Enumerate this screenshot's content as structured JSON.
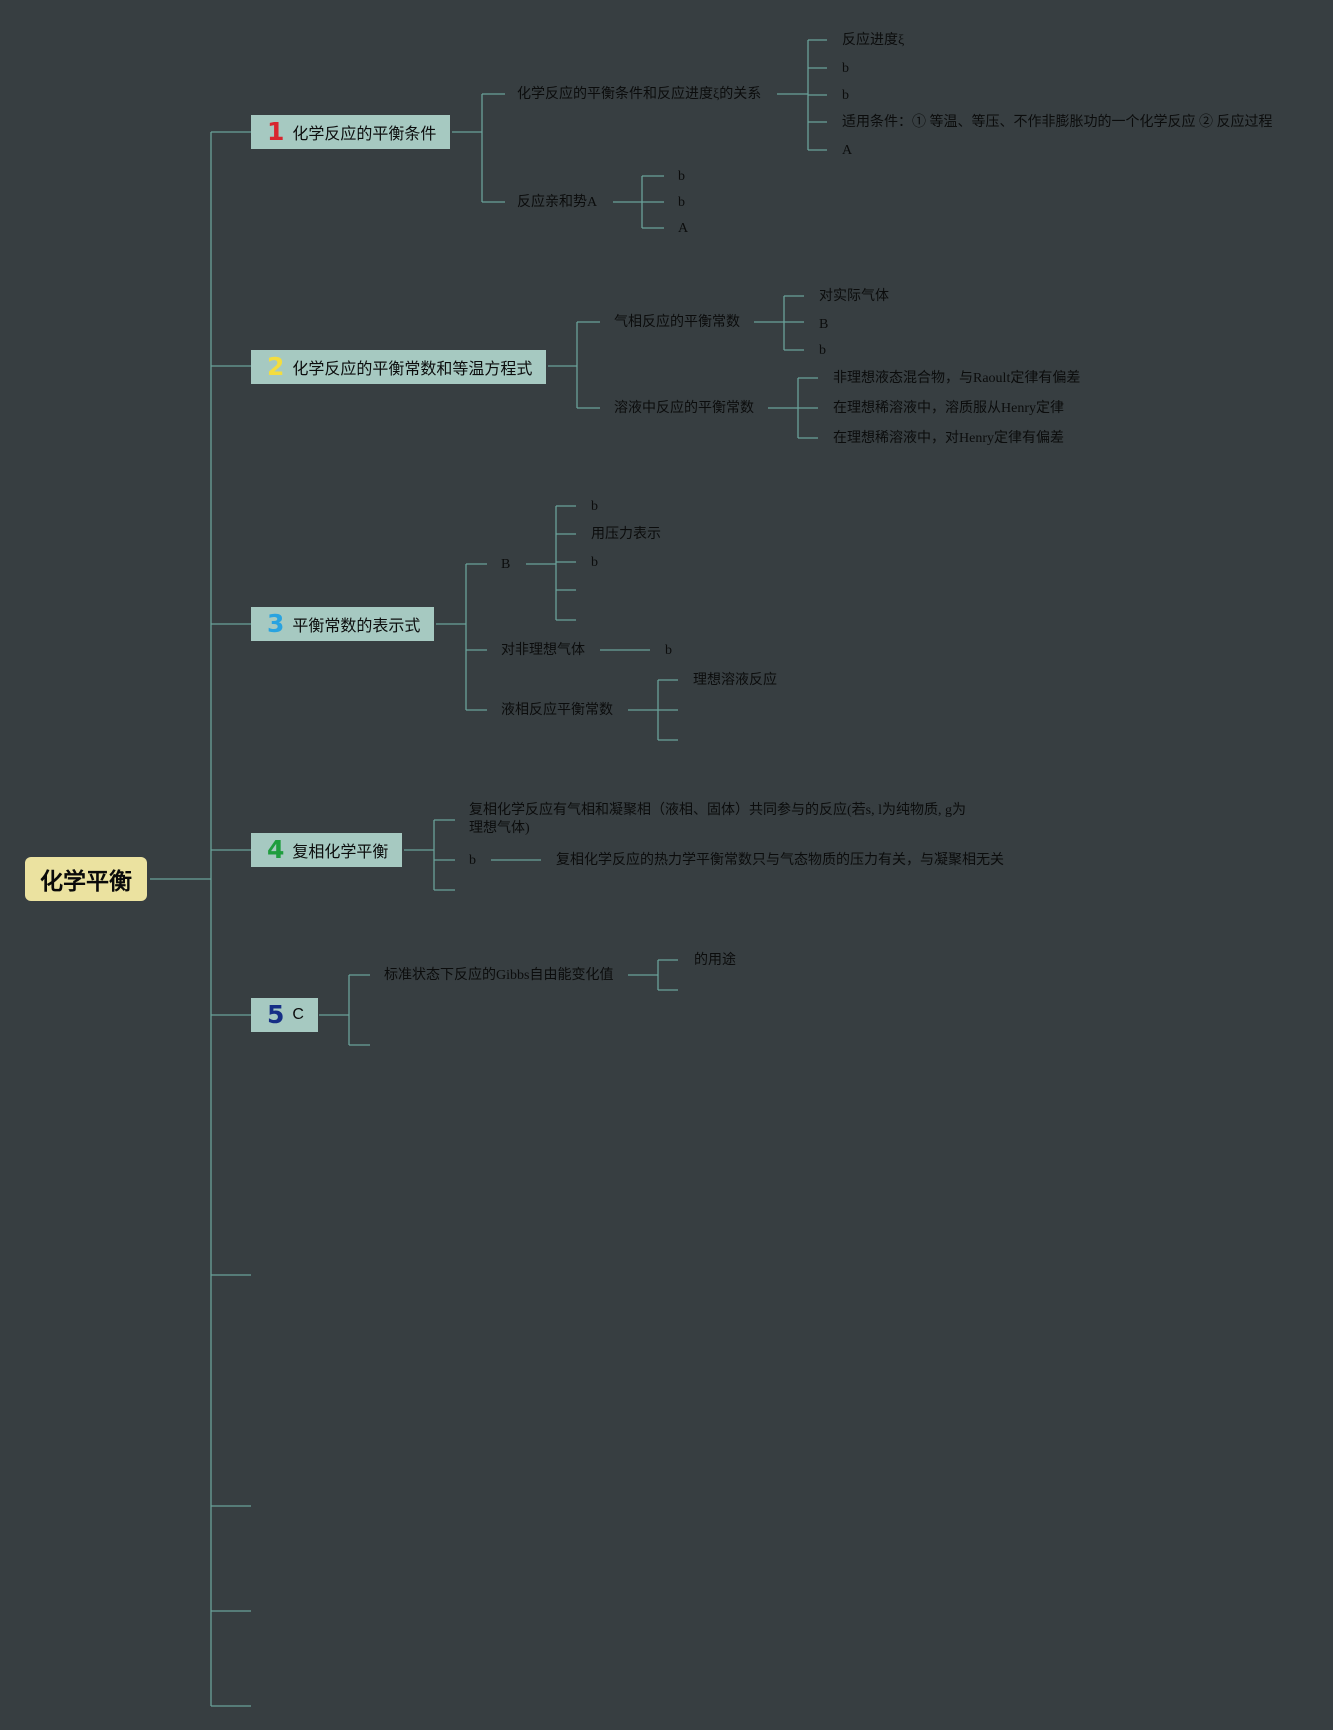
{
  "root": {
    "label": "化学平衡"
  },
  "colors": {
    "background": "#373e41",
    "line": "#6aa29a",
    "topic_fill": "#a6c9c1",
    "root_fill": "#ebe2a0",
    "num1": "#d8262f",
    "num2": "#f3dd3f",
    "num3": "#29a3e0",
    "num4": "#1f9d3e",
    "num5": "#162f86"
  },
  "topics": [
    {
      "number": "1",
      "label": "化学反应的平衡条件",
      "children": [
        {
          "label": "化学反应的平衡条件和反应进度ξ的关系",
          "children": [
            "反应进度ξ",
            "b",
            "b",
            "适用条件：① 等温、等压、不作非膨胀功的一个化学反应 ② 反应过程",
            "A"
          ]
        },
        {
          "label": "反应亲和势A",
          "children": [
            "b",
            "b",
            "A"
          ]
        }
      ]
    },
    {
      "number": "2",
      "label": "化学反应的平衡常数和等温方程式",
      "children": [
        {
          "label": "气相反应的平衡常数",
          "children": [
            "对实际气体",
            "B",
            "b"
          ]
        },
        {
          "label": "溶液中反应的平衡常数",
          "children": [
            "非理想液态混合物，与Raoult定律有偏差",
            "在理想稀溶液中，溶质服从Henry定律",
            "在理想稀溶液中，对Henry定律有偏差"
          ]
        }
      ]
    },
    {
      "number": "3",
      "label": "平衡常数的表示式",
      "children": [
        {
          "label": "B",
          "children": [
            "b",
            "用压力表示",
            "b",
            ""
          ]
        },
        {
          "label": "对非理想气体",
          "children": [
            "b"
          ]
        },
        {
          "label": "液相反应平衡常数",
          "children": [
            "理想溶液反应",
            ""
          ]
        }
      ]
    },
    {
      "number": "4",
      "label": "复相化学平衡",
      "children": [
        {
          "label": "复相化学反应有气相和凝聚相（液相、固体）共同参与的反应(若s, l为纯物质, g为理想气体)",
          "children": []
        },
        {
          "label": "b",
          "children": [
            "复相化学反应的热力学平衡常数只与气态物质的压力有关，与凝聚相无关"
          ]
        },
        {
          "label": "",
          "children": []
        }
      ]
    },
    {
      "number": "5",
      "label": "C",
      "children": [
        {
          "label": "标准状态下反应的Gibbs自由能变化值",
          "children": [
            "的用途",
            ""
          ]
        },
        {
          "label": "",
          "children": []
        }
      ]
    }
  ]
}
